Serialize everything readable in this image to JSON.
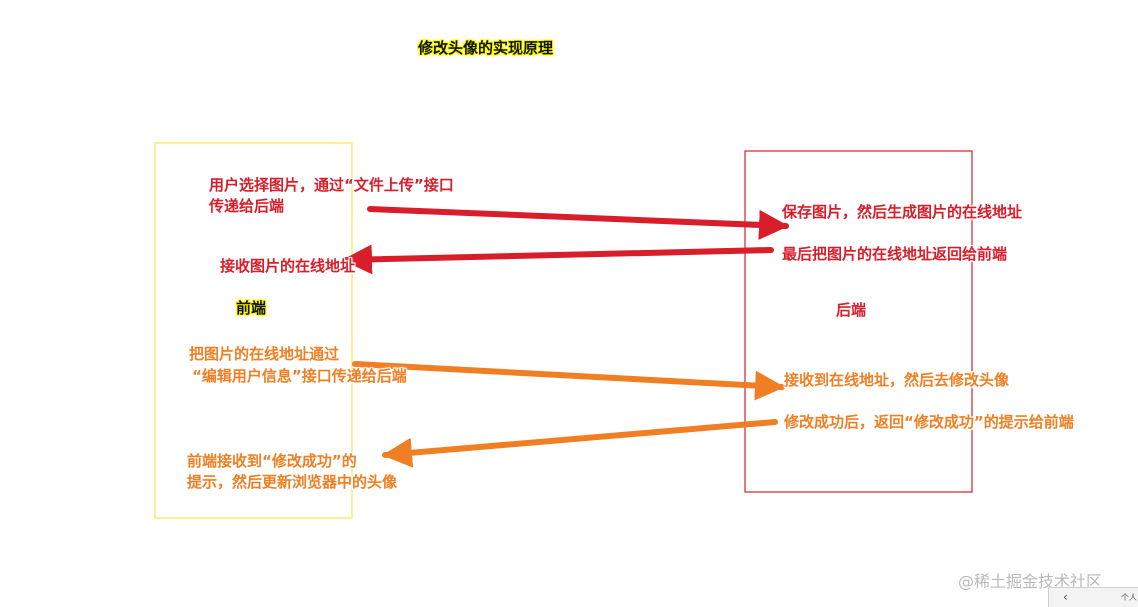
{
  "title": "修改头像的实现原理",
  "frontend": {
    "label": "前端",
    "border_color": "#f5e84a"
  },
  "backend": {
    "label": "后端",
    "border_color": "#d81e2a"
  },
  "notes": {
    "fe_select": [
      "用户选择图片，通过“文件上传”接口",
      "传递给后端"
    ],
    "be_save": "保存图片，然后生成图片的在线地址",
    "be_return": "最后把图片的在线地址返回给前端",
    "fe_receive": "接收图片的在线地址",
    "fe_send": [
      "把图片的在线地址通过",
      "“编辑用户信息”接口传递给后端"
    ],
    "be_receive": "接收到在线地址，然后去修改头像",
    "be_success": "修改成功后，返回“修改成功”的提示给前端",
    "fe_update": [
      "前端接收到“修改成功”的",
      "提示，然后更新浏览器中的头像"
    ]
  },
  "arrows": [
    {
      "from": "frontend",
      "to": "backend",
      "color": "#d81e2a"
    },
    {
      "from": "backend",
      "to": "frontend",
      "color": "#d81e2a"
    },
    {
      "from": "frontend",
      "to": "backend",
      "color": "#f07f24"
    },
    {
      "from": "backend",
      "to": "frontend",
      "color": "#f07f24"
    }
  ],
  "colors": {
    "red": "#d81e2a",
    "orange": "#f07f24",
    "highlight": "#ffff00"
  },
  "watermark": "@稀土掘金技术社区",
  "corner": {
    "chevron_icon": "chevron-left-icon",
    "text": "个人"
  }
}
